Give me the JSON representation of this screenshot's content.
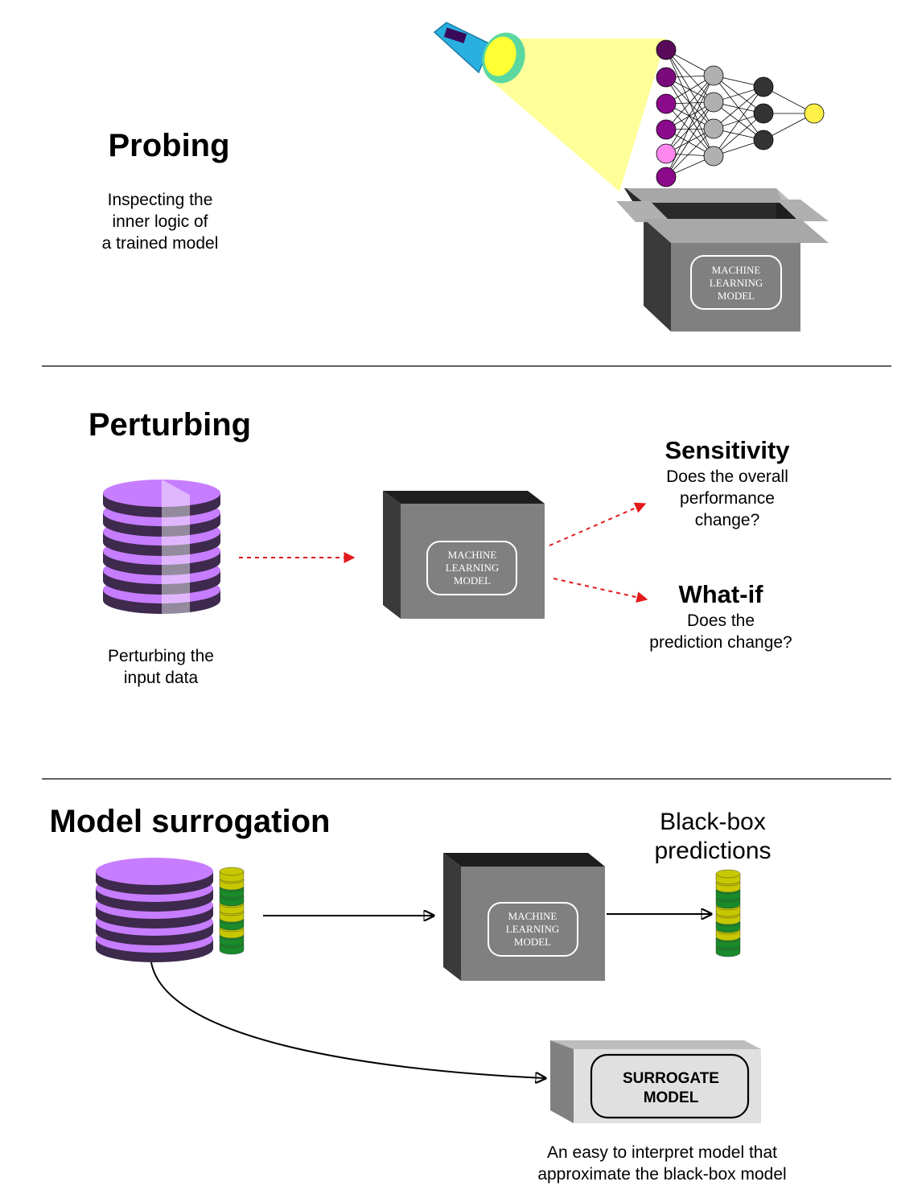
{
  "sections": {
    "probing": {
      "title": "Probing",
      "desc_lines": [
        "Inspecting the",
        "inner logic of",
        "a trained model"
      ],
      "box_label": [
        "MACHINE",
        "LEARNING",
        "MODEL"
      ]
    },
    "perturbing": {
      "title": "Perturbing",
      "desc_lines": [
        "Perturbing the",
        "input data"
      ],
      "box_label": [
        "MACHINE",
        "LEARNING",
        "MODEL"
      ],
      "sensitivity": {
        "title": "Sensitivity",
        "lines": [
          "Does the overall",
          "performance",
          "change?"
        ]
      },
      "whatif": {
        "title": "What-if",
        "lines": [
          "Does the",
          "prediction change?"
        ]
      }
    },
    "surrogation": {
      "title": "Model surrogation",
      "box_label": [
        "MACHINE",
        "LEARNING",
        "MODEL"
      ],
      "predictions_lines": [
        "Black-box",
        "predictions"
      ],
      "surrogate_label": [
        "SURROGATE",
        "MODEL"
      ],
      "desc_lines": [
        "An easy to interpret model that",
        "approximate the black-box model"
      ]
    }
  },
  "colors": {
    "db_top": "#c77dff",
    "db_side": "#3d2a4d",
    "box_front": "#808080",
    "box_side": "#3a3a3a",
    "arrow_red": "#e31a1c",
    "nn_input_dark": "#5a0a5a",
    "nn_input_mid": "#8b0a8b",
    "nn_input_light": "#ff88ee",
    "nn_hidden_grey": "#b0b0b0",
    "nn_hidden_dark": "#333333",
    "nn_output": "#fff04a",
    "stack_yellow": "#c8c800",
    "stack_green": "#1a8a2a",
    "flashlight": "#2ab0e0",
    "light_beam": "#ffff88",
    "surrogate_front": "#e0e0e0"
  },
  "icons": [
    "flashlight-icon",
    "neural-network-icon",
    "open-box-icon",
    "database-icon",
    "black-box-icon",
    "label-stack-icon",
    "surrogate-box-icon"
  ]
}
